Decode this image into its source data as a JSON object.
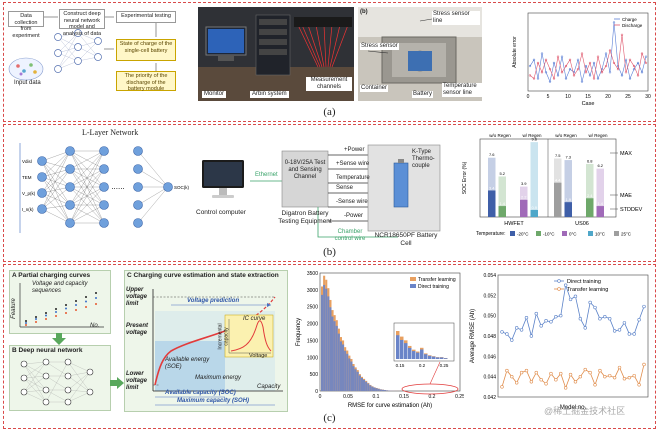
{
  "panels": {
    "a": {
      "label": "(a)",
      "flow": {
        "data_collection": "Data collection from experiment",
        "input_data": "Input data",
        "construct_model": "Construct deep neural network model and analysis of data",
        "experimental_testing": "Experimental testing",
        "state_of_charge": "State of charge of the single-cell battery",
        "priority": "The priority of the discharge of the battery module"
      },
      "photo1": {
        "monitor": "Monitor",
        "arbin": "Arbin system",
        "measurement": "Measurement channels"
      },
      "photo2": {
        "badge": "(b)",
        "stress_sensor_line": "Stress sensor line",
        "stress_sensor": "Stress sensor",
        "container": "Container",
        "battery": "Battery",
        "temperature_sensor_line": "Temperature sensor line"
      },
      "chart_data": {
        "type": "line",
        "xlabel": "Case",
        "ylabel": "Absolute error",
        "x_ticks": [
          "0",
          "5",
          "10",
          "15",
          "20",
          "25",
          "30"
        ],
        "series": [
          {
            "name": "Charge",
            "color": "#5b7fd6",
            "values": [
              0.008,
              0.01,
              0.004,
              0.012,
              0.006,
              0.003,
              0.009,
              0.005,
              0.011,
              0.004,
              0.007,
              0.006,
              0.01,
              0.003,
              0.008,
              0.005,
              0.009,
              0.004,
              0.007,
              0.012,
              0.006,
              0.022,
              0.008,
              0.005,
              0.01,
              0.004,
              0.007,
              0.009,
              0.006,
              0.011
            ]
          },
          {
            "name": "Discharge",
            "color": "#e0596e",
            "values": [
              0.005,
              0.004,
              0.009,
              0.006,
              0.01,
              0.007,
              0.004,
              0.011,
              0.006,
              0.008,
              0.01,
              0.005,
              0.007,
              0.012,
              0.006,
              0.009,
              0.004,
              0.011,
              0.006,
              0.008,
              0.013,
              0.009,
              0.007,
              0.018,
              0.006,
              0.01,
              0.008,
              0.005,
              0.012,
              0.009
            ]
          }
        ]
      }
    },
    "b": {
      "label": "(b)",
      "network_title": "L-Layer Network",
      "inputs": [
        "Vdisl",
        "TEM",
        "V_p(k)",
        "I_n(k)"
      ],
      "output_label": "SOC(k)",
      "computer_label": "Control computer",
      "ethernet": "Ethernet",
      "equipment": {
        "inner": "0-18V/25A Test and Sensing Channel",
        "caption": "Digatron Battery Testing Equipment"
      },
      "wires": {
        "power_pos": "+Power",
        "sense_pos": "+Sense wire",
        "temperature": "Temperature",
        "sense": "Sense",
        "sense_neg": "-Sense wire",
        "power_neg": "-Power",
        "chamber": "Chamber control wire"
      },
      "cell": {
        "thermocouple": "K-Type Thermo-couple",
        "caption": "NCR18650PF Battery Cell"
      },
      "chart_data": {
        "type": "bar",
        "ylabel": "SOC Error (%)",
        "regen_labels": [
          "w/o Regen",
          "w/ Regen",
          "w/o Regen",
          "w/ Regen"
        ],
        "groups": [
          "HWFET",
          "US06"
        ],
        "legend_title": "Temperature:",
        "legend": [
          {
            "name": "-20°C",
            "color": "#3f5fa8"
          },
          {
            "name": "-10°C",
            "color": "#6ea86a"
          },
          {
            "name": "0°C",
            "color": "#a06ab8"
          },
          {
            "name": "10°C",
            "color": "#4fa7c9"
          },
          {
            "name": "25°C",
            "color": "#9e9e9e"
          }
        ],
        "max_values": [
          "7.6",
          "5.2",
          "3.9",
          "9.6",
          "7.5",
          "7.3",
          "6.8",
          "6.2"
        ],
        "mae_values": [
          "3.4",
          "1.4",
          "2.2",
          "0.9",
          "4.4",
          "1.9",
          "2.4",
          "1.4"
        ],
        "annotations": [
          "MAX",
          "MAE",
          "STDDEV"
        ]
      }
    },
    "c": {
      "label": "(c)",
      "A_title": "A Partial charging curves",
      "A_sub": "Voltage and capacity sequences",
      "A_xlabel": "No.",
      "A_ylabel": "Feature",
      "B_title": "B Deep neural network",
      "C_title": "C Charging curve estimation and state extraction",
      "C_upper": "Upper voltage limit",
      "C_present": "Present voltage",
      "C_lower": "Lower voltage limit",
      "C_prediction": "Voltage prediction",
      "C_ic": "IC curve",
      "C_ic_ylabel": "Incremental capacity",
      "C_ic_xlabel": "Voltage",
      "C_avail_energy": "Available energy (SOE)",
      "C_max_energy": "Maximum energy",
      "C_avail_cap": "Available capacity (SOC)",
      "C_max_cap": "Maximum capacity (SOH)",
      "C_capacity": "Capacity",
      "hist": {
        "type": "histogram",
        "xlabel": "RMSE for curve estimation (Ah)",
        "ylabel": "Frequency",
        "y_ticks": [
          "0",
          "500",
          "1000",
          "1500",
          "2000",
          "2500",
          "3000",
          "3500"
        ],
        "x_ticks": [
          "0",
          "0.05",
          "0.1",
          "0.15",
          "0.2",
          "0.25"
        ],
        "inset_x_ticks": [
          "0.15",
          "0.2",
          "0.25"
        ],
        "legend": [
          {
            "name": "Transfer learning",
            "color": "#e8a060"
          },
          {
            "name": "Direct training",
            "color": "#6a84c8"
          }
        ]
      },
      "chart_data": {
        "type": "line",
        "xlabel": "Model no.",
        "ylabel": "Average RMSE (Ah)",
        "y_ticks": [
          "0.042",
          "0.044",
          "0.046",
          "0.048",
          "0.050",
          "0.052",
          "0.054"
        ],
        "ylim": [
          0.042,
          0.054
        ],
        "series": [
          {
            "name": "Direct training",
            "color": "#5b82c8",
            "values": [
              0.0484,
              0.0482,
              0.0476,
              0.0488,
              0.0486,
              0.0498,
              0.048,
              0.0502,
              0.049,
              0.0495,
              0.0494,
              0.0499,
              0.05,
              0.053,
              0.0516,
              0.0519,
              0.0497,
              0.0488,
              0.0513,
              0.0508,
              0.0497,
              0.0499,
              0.0497,
              0.0485,
              0.0486,
              0.0493,
              0.0482,
              0.0482,
              0.0496,
              0.0509
            ]
          },
          {
            "name": "Transfer learning",
            "color": "#e08d4c",
            "values": [
              0.043,
              0.0446,
              0.044,
              0.0434,
              0.0444,
              0.0446,
              0.0435,
              0.0444,
              0.0437,
              0.0433,
              0.0443,
              0.0437,
              0.0443,
              0.0429,
              0.0442,
              0.0435,
              0.044,
              0.0447,
              0.0444,
              0.0432,
              0.0446,
              0.044,
              0.0441,
              0.0439,
              0.0449,
              0.0438,
              0.0439,
              0.0441,
              0.0432,
              0.0452
            ]
          }
        ]
      },
      "watermark": "@稀土掘金技术社区"
    }
  }
}
